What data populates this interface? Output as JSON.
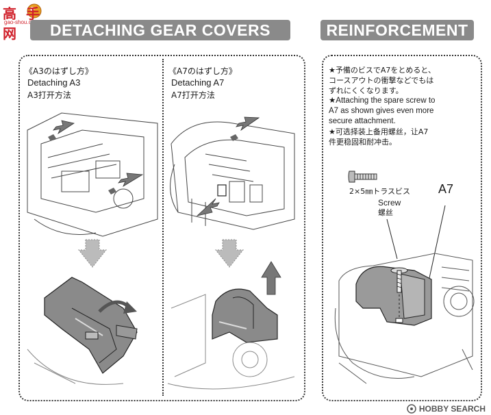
{
  "watermark_top": {
    "brand": "高手网",
    "url": "gao-shou.com"
  },
  "left_section": {
    "title": "DETACHING GEAR COVERS",
    "a3": {
      "jp": "《A3のはずし方》",
      "en": "Detaching A3",
      "cn": "A3打开方法"
    },
    "a7": {
      "jp": "《A7のはずし方》",
      "en": "Detaching A7",
      "cn": "A7打开方法"
    }
  },
  "right_section": {
    "title": "REINFORCEMENT",
    "notes": [
      "★予備のビスでA7をとめると、",
      "コースアウトの衝撃などでもは",
      "ずれにくくなります。",
      "★Attaching the spare screw to",
      "A7 as shown gives even more",
      "secure attachment.",
      "★可选择装上备用螺丝，让A7",
      "件更稳固和耐冲击。"
    ],
    "screw_label_jp": "2×5㎜トラスビス",
    "screw_label_en": "Screw",
    "screw_label_cn": "螺丝",
    "part_label": "A7"
  },
  "watermark_bottom": {
    "text": "HOBBY SEARCH"
  }
}
